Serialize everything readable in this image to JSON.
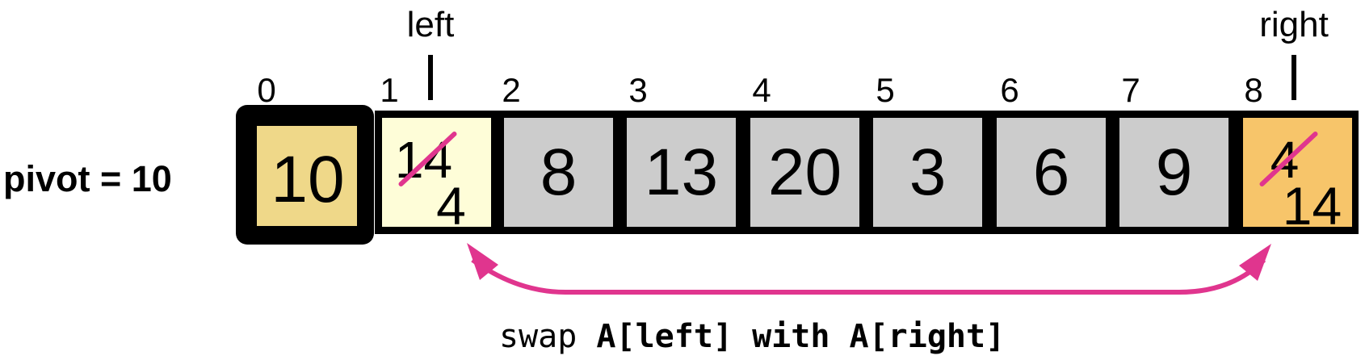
{
  "pivot_label": "pivot = 10",
  "pointers": {
    "left": "left",
    "right": "right"
  },
  "indices": [
    "0",
    "1",
    "2",
    "3",
    "4",
    "5",
    "6",
    "7",
    "8"
  ],
  "cells": [
    {
      "value": "10",
      "fill": "#efd889",
      "kind": "pivot"
    },
    {
      "old": "14",
      "new": "4",
      "fill": "#fefdd8",
      "kind": "swapped"
    },
    {
      "value": "8",
      "fill": "#cccccc"
    },
    {
      "value": "13",
      "fill": "#cccccc"
    },
    {
      "value": "20",
      "fill": "#cccccc"
    },
    {
      "value": "3",
      "fill": "#cccccc"
    },
    {
      "value": "6",
      "fill": "#cccccc"
    },
    {
      "value": "9",
      "fill": "#cccccc"
    },
    {
      "old": "4",
      "new": "14",
      "fill": "#f7c56a",
      "kind": "swapped"
    }
  ],
  "caption": {
    "prefix": "swap ",
    "bold": "A[left] with A[right]"
  },
  "colors": {
    "strike": "#e0358e",
    "arrow": "#e0358e",
    "border": "#000000"
  }
}
